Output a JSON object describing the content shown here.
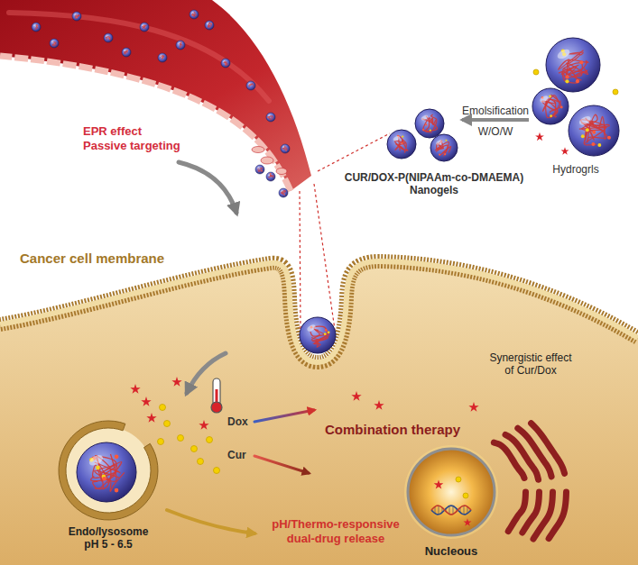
{
  "diagram": {
    "nodes": [
      {
        "text": [
          "Hydrogrls"
        ]
      },
      {
        "text": [
          "CUR/DOX-P(NIPAAm-co-DMAEMA) Nanogels"
        ]
      },
      {
        "text": [
          "Endo/lysosome pH 5 - 6.5"
        ]
      },
      {
        "text": [
          "Nucleous"
        ]
      }
    ],
    "edges": [
      {
        "from": 0,
        "to": 1,
        "arrow": "to",
        "label": "Emolsification"
      }
    ],
    "labels": [
      "EPR effect Passive targeting",
      "W/O/W",
      "Cancer cell membrane",
      "Dox",
      "Cur",
      "Combination therapy",
      "Synergistic effect of Cur/Dox",
      "pH/Thermo-responsive dual-drug release"
    ]
  }
}
